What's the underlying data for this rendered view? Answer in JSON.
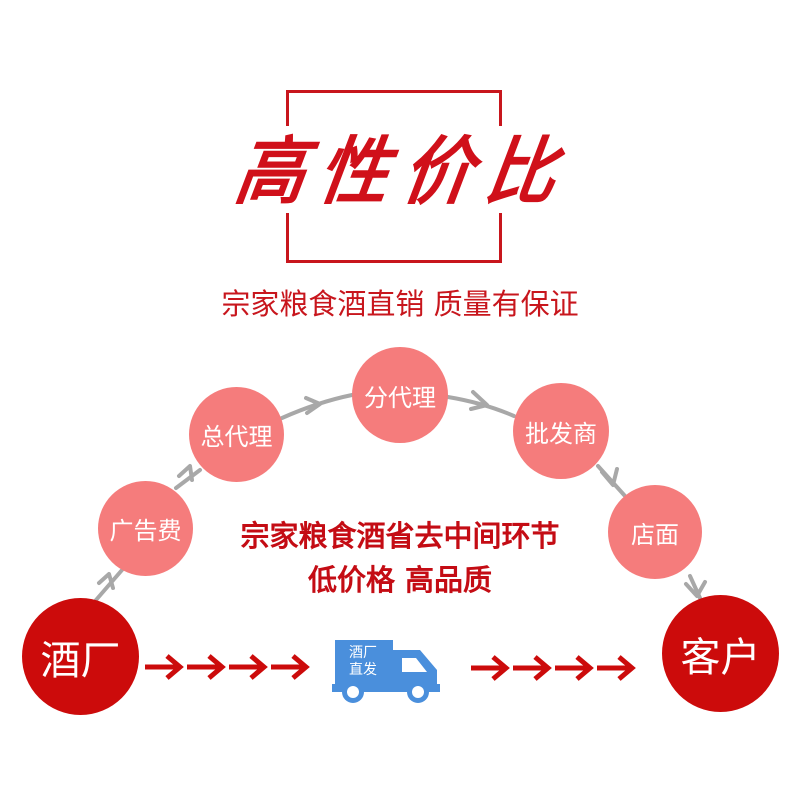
{
  "header": {
    "title": "高性价比",
    "title_chars": [
      "高",
      "性",
      "价",
      "比"
    ],
    "subtitle": "宗家粮食酒直销 质量有保证"
  },
  "flow": {
    "start_node": "酒厂",
    "end_node": "客户",
    "middlemen": [
      {
        "label": "广告费"
      },
      {
        "label": "总代理"
      },
      {
        "label": "分代理"
      },
      {
        "label": "批发商"
      },
      {
        "label": "店面"
      }
    ],
    "connector_icon": "chevron-arrow-icon",
    "direct_arrow_icon": "red-arrow-right-icon"
  },
  "center_message": {
    "line1": "宗家粮食酒省去中间环节",
    "line2": "低价格 高品质"
  },
  "truck": {
    "icon": "delivery-truck-icon",
    "label_line1": "酒厂",
    "label_line2": "直发"
  },
  "colors": {
    "primary_red": "#cc0b0b",
    "text_red": "#c8161d",
    "node_salmon": "#f57c7c",
    "connector_gray": "#a8a8a8",
    "truck_blue": "#4a8fdc"
  }
}
